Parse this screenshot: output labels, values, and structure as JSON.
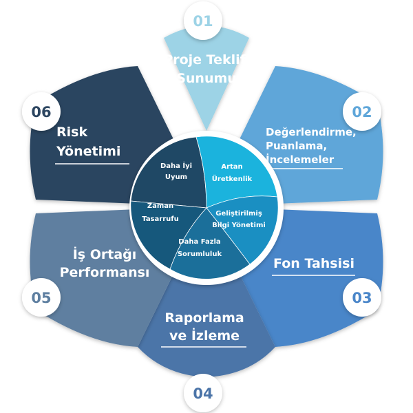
{
  "diagram": {
    "steps": [
      {
        "number": "01",
        "title_lines": [
          "Proje Teklifi",
          "Sunumu"
        ],
        "color": "#9dd3e6"
      },
      {
        "number": "02",
        "title_lines": [
          "Değerlendirme,",
          "Puanlama,",
          "İncelemeler"
        ],
        "color": "#5fa6d9"
      },
      {
        "number": "03",
        "title_lines": [
          "Fon Tahsisi"
        ],
        "color": "#4a86c9"
      },
      {
        "number": "04",
        "title_lines": [
          "Raporlama",
          "ve İzleme"
        ],
        "color": "#4b74a8"
      },
      {
        "number": "05",
        "title_lines": [
          "İş Ortağı",
          "Performansı"
        ],
        "color": "#5e7fa0"
      },
      {
        "number": "06",
        "title_lines": [
          "Risk",
          "Yönetimi"
        ],
        "color": "#2c4560"
      }
    ],
    "center": {
      "segments": [
        {
          "label_lines": [
            "Daha İyi",
            "Uyum"
          ],
          "color": "#1f4865"
        },
        {
          "label_lines": [
            "Artan",
            "Üretkenlik"
          ],
          "color": "#1bb3dd"
        },
        {
          "label_lines": [
            "Geliştirilmiş",
            "Bilgi Yönetimi"
          ],
          "color": "#1a8fc2"
        },
        {
          "label_lines": [
            "Daha Fazla",
            "Sorumluluk"
          ],
          "color": "#1b6f9a"
        },
        {
          "label_lines": [
            "Zaman",
            "Tasarrufu"
          ],
          "color": "#16587c"
        }
      ]
    }
  }
}
